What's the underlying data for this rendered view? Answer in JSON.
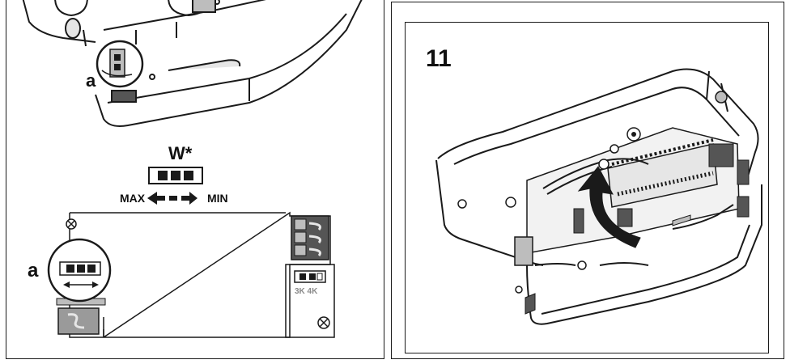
{
  "left_panel": {
    "callout_label_top": "a",
    "callout_label_bottom": "a",
    "switch_title": "W*",
    "switch_max_label": "MAX",
    "switch_min_label": "MIN",
    "cct_label": "3K 4K"
  },
  "right_panel": {
    "step_number": "11"
  },
  "colors": {
    "line": "#1a1a1a",
    "shade": "#bdbdbd",
    "light_shade": "#e6e6e6",
    "dark_fill": "#555555"
  }
}
